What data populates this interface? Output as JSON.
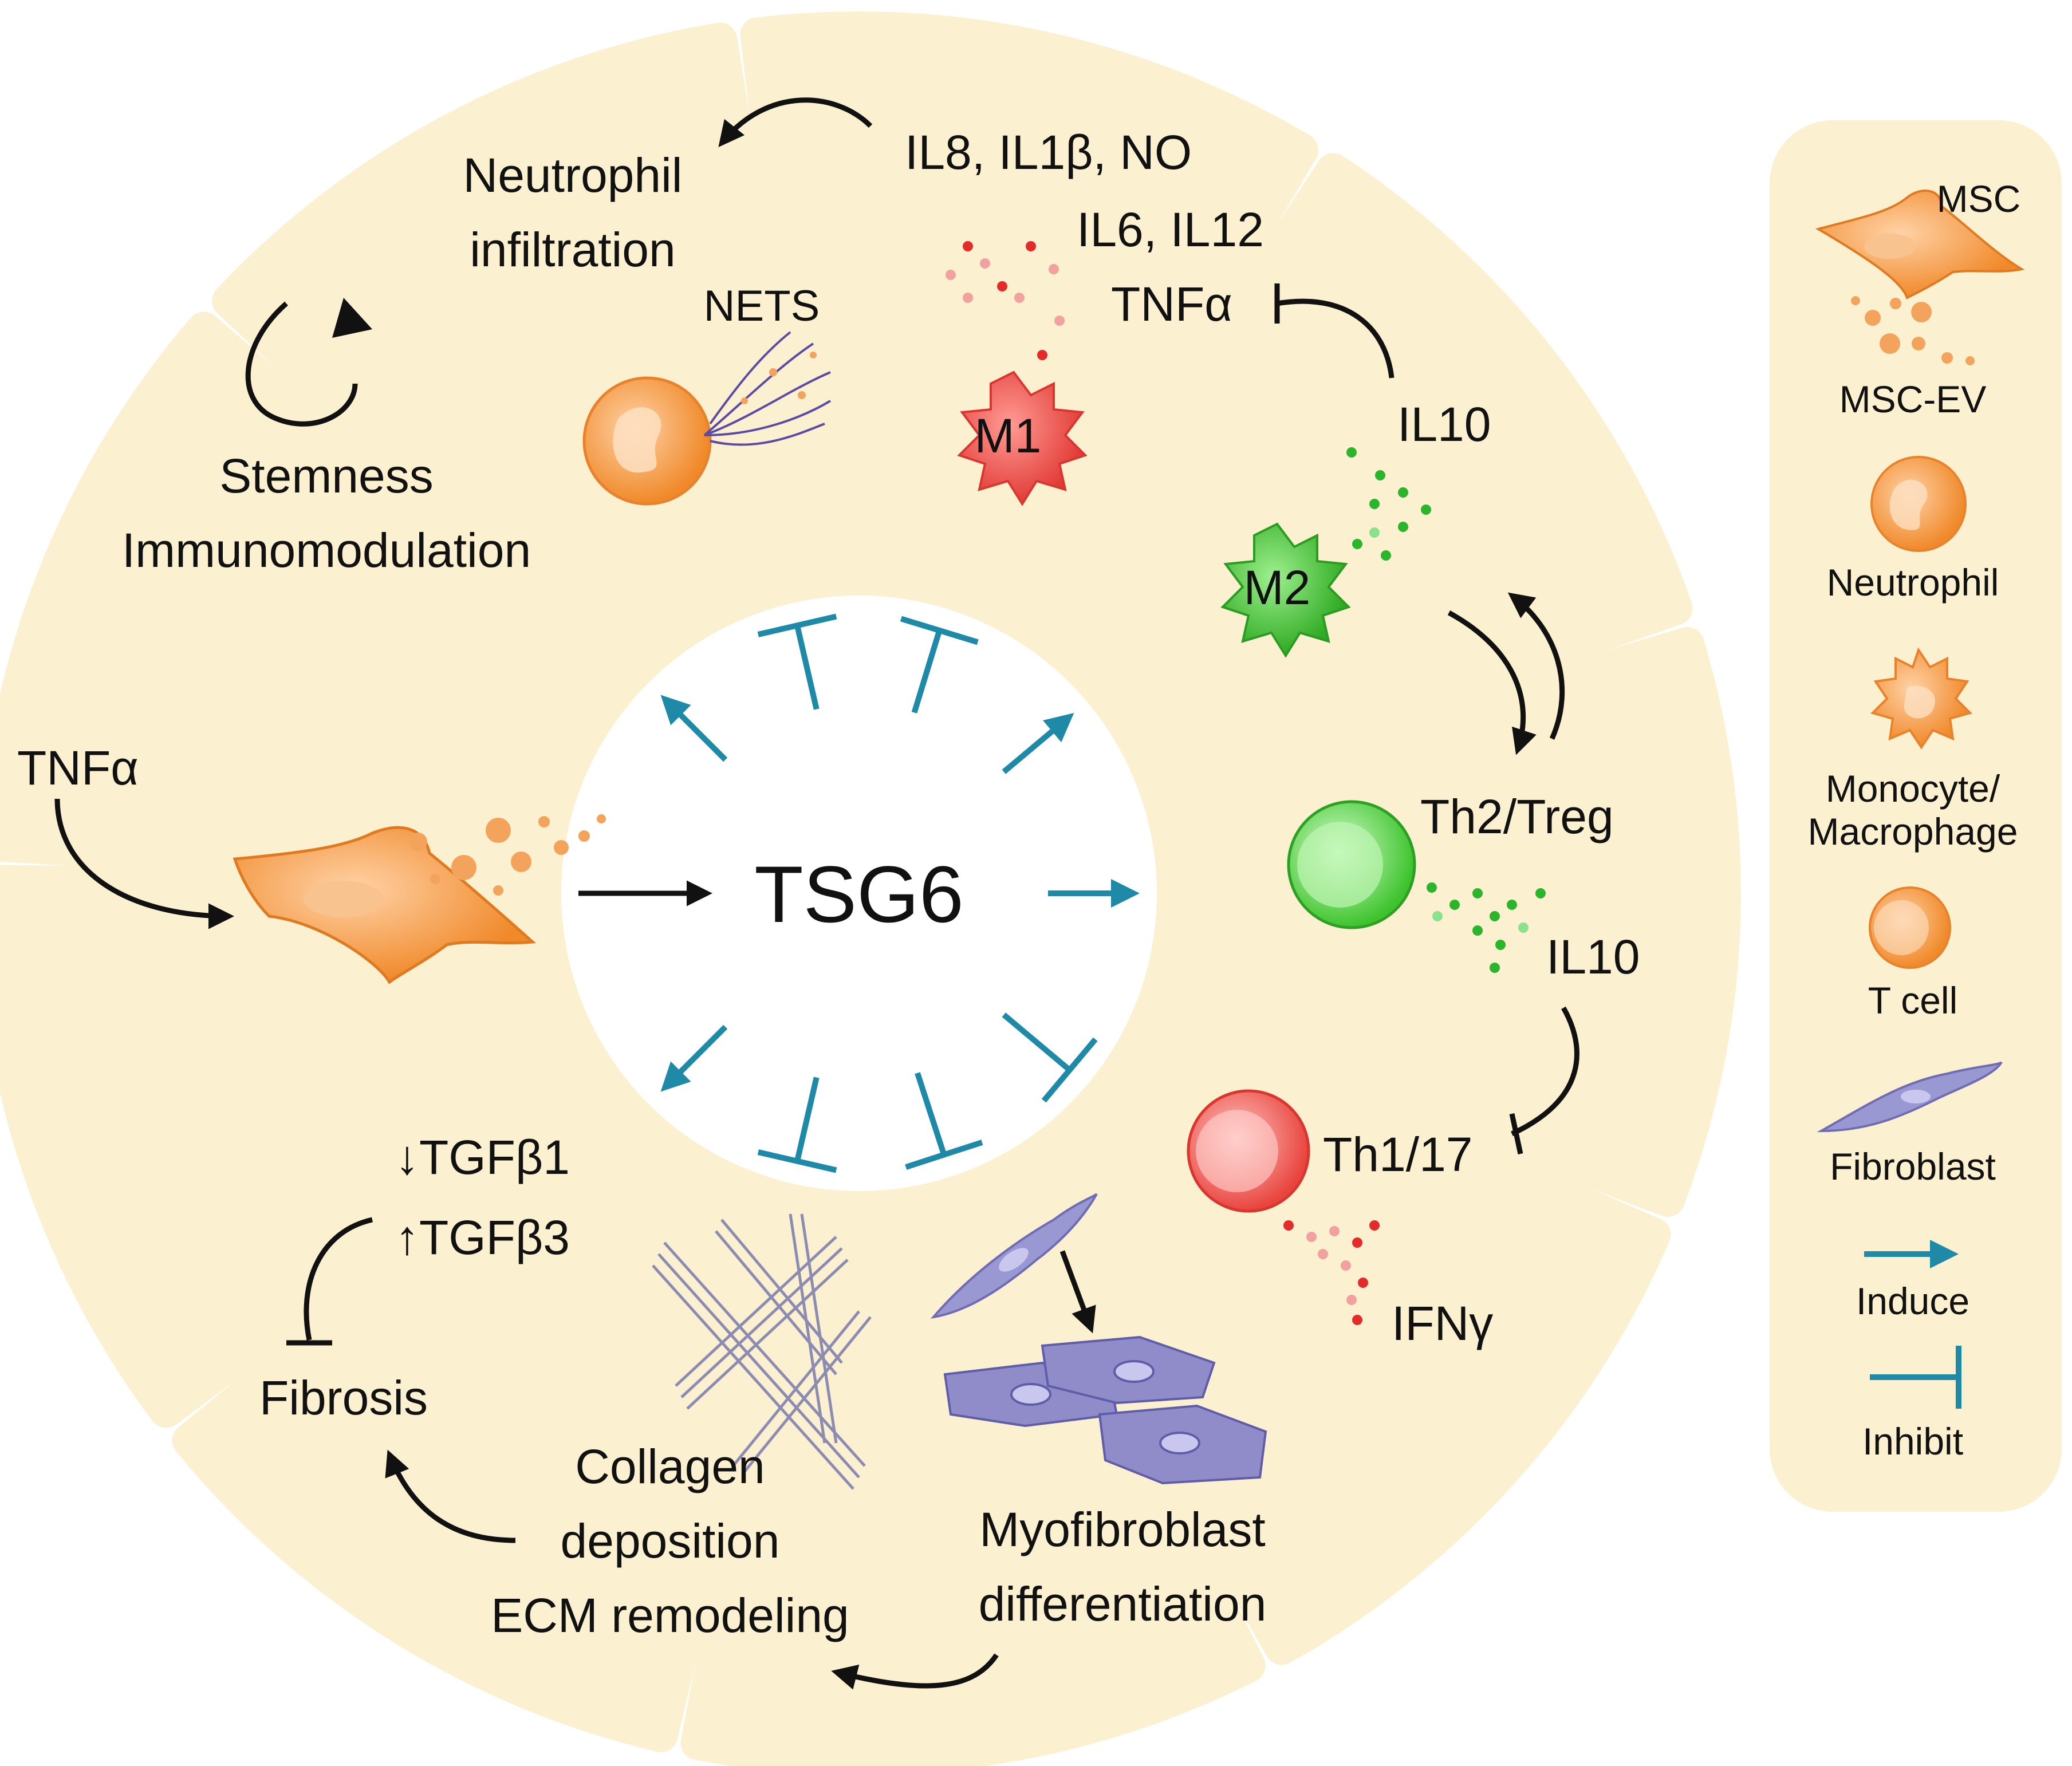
{
  "colors": {
    "sector_fill": "#fbf0cf",
    "legend_fill": "#fbf0cf",
    "teal_arrow": "#1f8aa8",
    "black_arrow": "#111111",
    "msc_orange": "#f0892a",
    "m1_red": "#ec4b46",
    "m2_green": "#43c236",
    "fibroblast_purple": "#9a98d2",
    "dot_red": "#e52a2a",
    "dot_pink": "#f2a1a1",
    "dot_green": "#2bb52b"
  },
  "center": {
    "label": "TSG6"
  },
  "input": {
    "label": "TNFα"
  },
  "sectors": {
    "stemness": {
      "line1": "Stemness",
      "line2": "Immunomodulation"
    },
    "neutrophil": {
      "line1": "Neutrophil",
      "line2": "infiltration",
      "nets": "NETS"
    },
    "m1": {
      "cytokines_line1": "IL8, IL1β, NO",
      "cytokines_line2": "IL6, IL12",
      "cytokines_line3": "TNFα",
      "cell": "M1"
    },
    "m2": {
      "cytokine": "IL10",
      "cell": "M2"
    },
    "th2": {
      "cell": "Th2/Treg",
      "cytokine": "IL10"
    },
    "th1": {
      "cell": "Th1/17",
      "cytokine": "IFNγ"
    },
    "myofibroblast": {
      "line1": "Myofibroblast",
      "line2": "differentiation"
    },
    "collagen": {
      "line1": "Collagen",
      "line2": "deposition",
      "line3": "ECM remodeling"
    },
    "fibrosis": {
      "tgf1": "↓TGFβ1",
      "tgf3": "↑TGFβ3",
      "label": "Fibrosis"
    }
  },
  "legend": {
    "items": [
      {
        "label": "MSC",
        "icon": "msc-icon"
      },
      {
        "label": "MSC-EV",
        "icon": "msc-ev-icon"
      },
      {
        "label": "Neutrophil",
        "icon": "neutrophil-icon"
      },
      {
        "label": "Monocyte/",
        "icon": "macrophage-icon"
      },
      {
        "label": "Macrophage",
        "icon": "macrophage-icon"
      },
      {
        "label": "T cell",
        "icon": "t-cell-icon"
      },
      {
        "label": "Fibroblast",
        "icon": "fibroblast-icon"
      },
      {
        "label": "Induce",
        "icon": "induce-arrow-icon"
      },
      {
        "label": "Inhibit",
        "icon": "inhibit-bar-icon"
      }
    ]
  }
}
